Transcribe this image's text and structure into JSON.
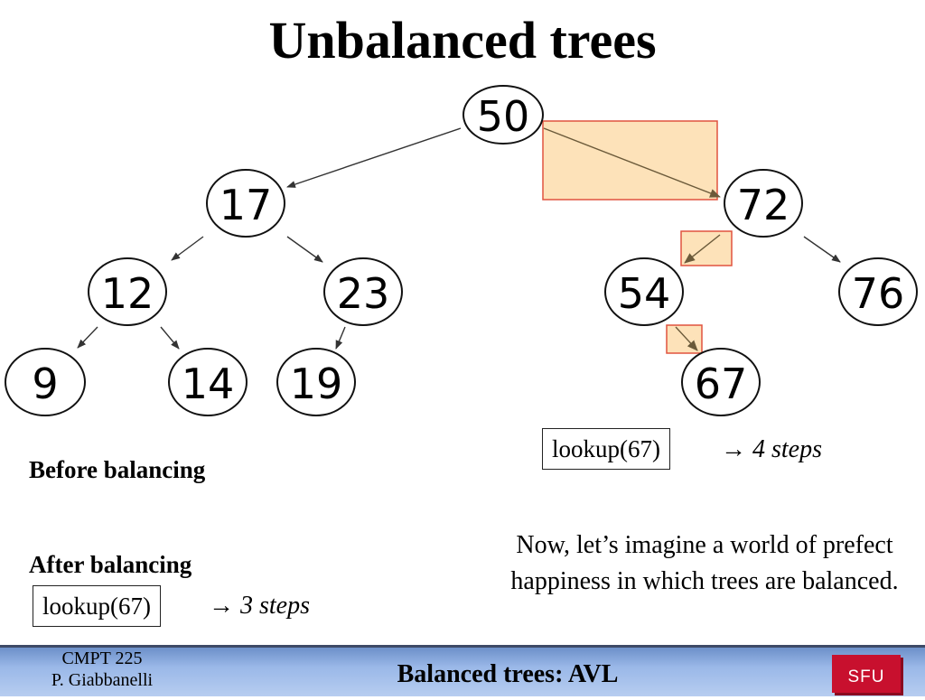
{
  "slide": {
    "title": "Unbalanced trees"
  },
  "tree": {
    "nodes": [
      {
        "id": "n50",
        "value": "50"
      },
      {
        "id": "n17",
        "value": "17"
      },
      {
        "id": "n72",
        "value": "72"
      },
      {
        "id": "n12",
        "value": "12"
      },
      {
        "id": "n23",
        "value": "23"
      },
      {
        "id": "n54",
        "value": "54"
      },
      {
        "id": "n76",
        "value": "76"
      },
      {
        "id": "n9",
        "value": "9"
      },
      {
        "id": "n14",
        "value": "14"
      },
      {
        "id": "n19",
        "value": "19"
      },
      {
        "id": "n67",
        "value": "67"
      }
    ],
    "edges": [
      [
        "n50",
        "n17"
      ],
      [
        "n50",
        "n72"
      ],
      [
        "n17",
        "n12"
      ],
      [
        "n17",
        "n23"
      ],
      [
        "n72",
        "n54"
      ],
      [
        "n72",
        "n76"
      ],
      [
        "n12",
        "n9"
      ],
      [
        "n12",
        "n14"
      ],
      [
        "n23",
        "n19"
      ],
      [
        "n54",
        "n67"
      ]
    ],
    "highlighted_path": [
      [
        "n50",
        "n72"
      ],
      [
        "n72",
        "n54"
      ],
      [
        "n54",
        "n67"
      ]
    ],
    "highlight_fill": "#fde2b9",
    "highlight_stroke": "#e0533f"
  },
  "labels": {
    "before": "Before balancing",
    "after": "After balancing"
  },
  "lookup_unbalanced": {
    "call": "lookup(67)",
    "arrow": "→",
    "steps": "4 steps"
  },
  "lookup_balanced": {
    "call": "lookup(67)",
    "arrow": "→",
    "steps": "3 steps"
  },
  "explanation": "Now, let’s imagine a world of prefect happiness in which trees are balanced.",
  "footer": {
    "course_line1": "CMPT 225",
    "course_line2": "P. Giabbanelli",
    "topic": "Balanced trees: AVL",
    "logo_text": "SFU",
    "bar_color": "#9ab8e8",
    "logo_color": "#c8102e"
  }
}
